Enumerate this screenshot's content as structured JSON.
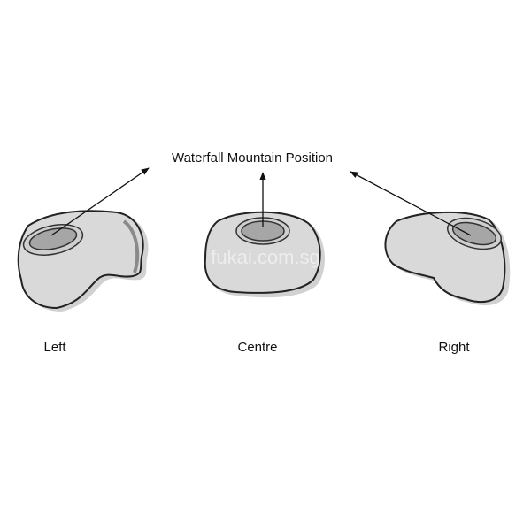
{
  "title": "Waterfall Mountain Position",
  "watermark": "fukai.com.sg",
  "positions": [
    {
      "label": "Left"
    },
    {
      "label": "Centre"
    },
    {
      "label": "Right"
    }
  ],
  "colors": {
    "stone_fill": "#d9d9d9",
    "stone_shadow": "#9a9a9a",
    "halo": "#cfcfcf",
    "mountain_fill": "#a6a6a6",
    "outline": "#222222"
  }
}
